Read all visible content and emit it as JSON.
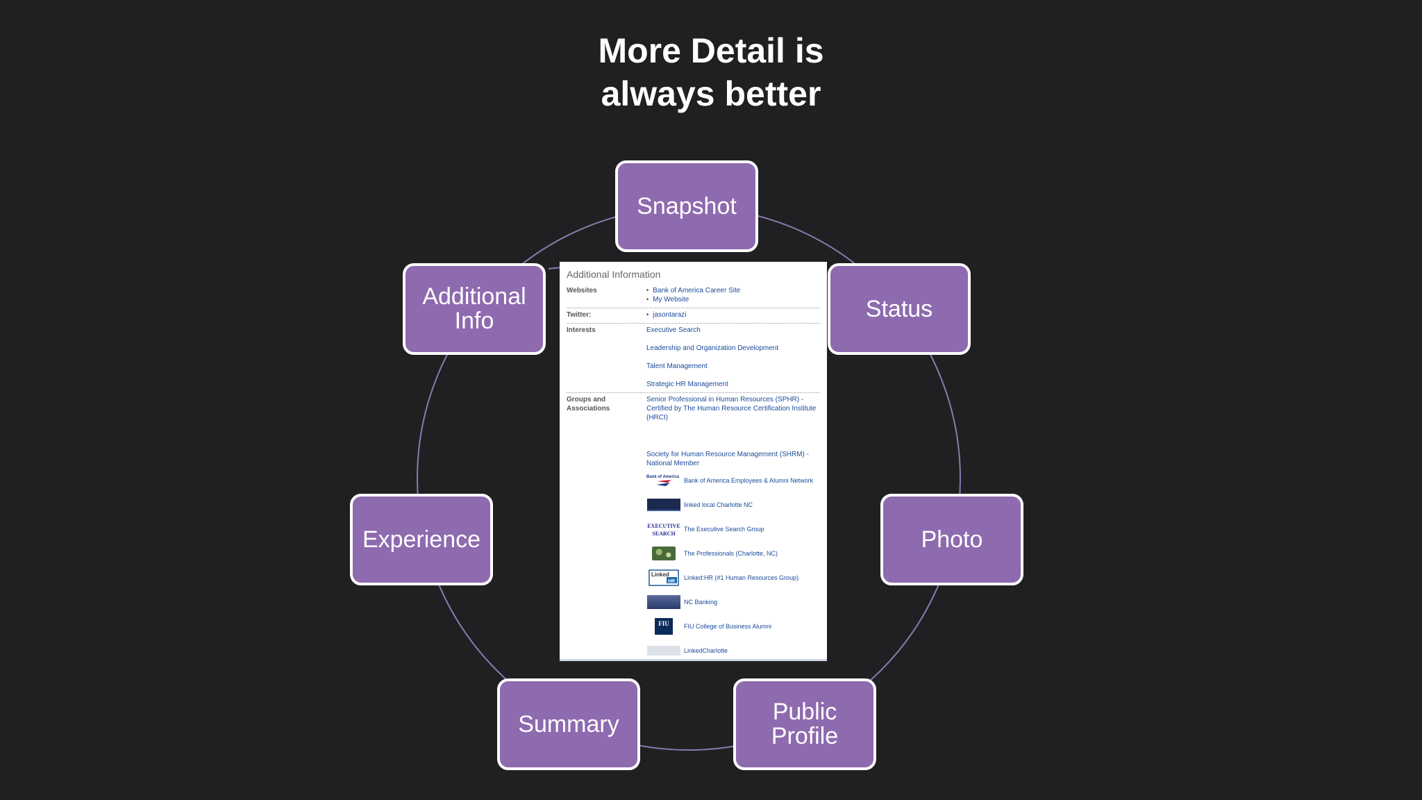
{
  "title": {
    "line1": "More Detail is",
    "line2": "always better"
  },
  "nodes": {
    "snapshot": "Snapshot",
    "status": "Status",
    "photo": "Photo",
    "public_profile_line1": "Public",
    "public_profile_line2": "Profile",
    "summary": "Summary",
    "experience": "Experience",
    "additional_info_line1": "Additional",
    "additional_info_line2": "Info"
  },
  "colors": {
    "background": "#202022",
    "node_fill": "#8e6aaf",
    "node_border": "#ffffff",
    "ring": "#8a7ab0"
  },
  "profile": {
    "section_title": "Additional Information",
    "websites_label": "Websites",
    "websites": [
      "Bank of America Career Site",
      "My Website"
    ],
    "twitter_label": "Twitter:",
    "twitter": "jasontarazi",
    "interests_label": "Interests",
    "interests": [
      "Executive Search",
      "Leadership and Organization Development",
      "Talent Management",
      "Strategic HR Management"
    ],
    "groups_label_line1": "Groups and",
    "groups_label_line2": "Associations",
    "sphr": "Senior Professional in Human Resources (SPHR) - Certified by The Human Resource Certification Institute (HRCI)",
    "shrm": "Society for Human Resource Management (SHRM) - National Member",
    "groups": [
      {
        "name": "Bank of America Employees & Alumni Network",
        "logo": "Bank of America"
      },
      {
        "name": "linked local Charlotte NC",
        "logo": ""
      },
      {
        "name": "The Executive Search Group",
        "logo": "EXECUTIVE SEARCH"
      },
      {
        "name": "The Professionals (Charlotte, NC)",
        "logo": ""
      },
      {
        "name": "Linked:HR (#1 Human Resources Group)",
        "logo": "Linked HR"
      },
      {
        "name": "NC Banking",
        "logo": ""
      },
      {
        "name": "FIU College of Business Alumni",
        "logo": "FIU"
      },
      {
        "name": "LinkedCharlotte",
        "logo": ""
      }
    ]
  }
}
